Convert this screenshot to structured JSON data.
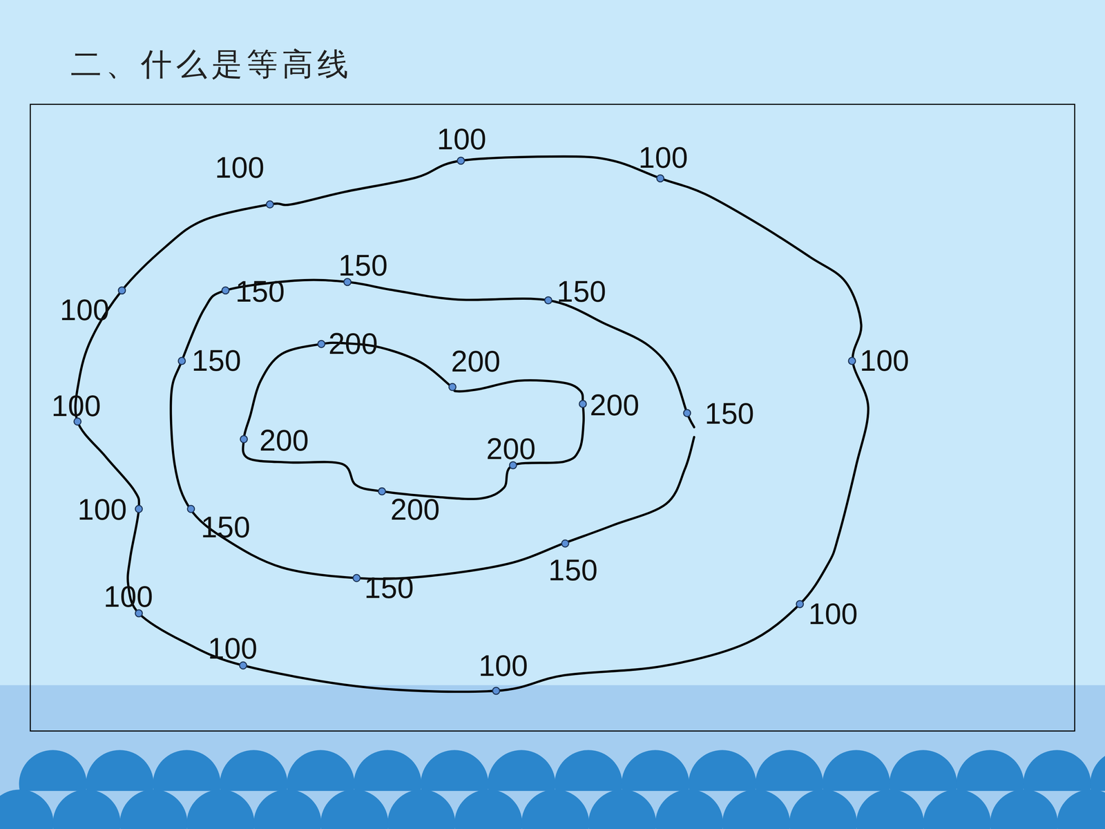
{
  "diagram": {
    "title": "二、什么是等高线",
    "labels": [
      "100",
      "100",
      "100",
      "100",
      "150",
      "150",
      "150",
      "200",
      "150",
      "200",
      "100",
      "200",
      "100",
      "150",
      "200",
      "200",
      "100",
      "150",
      "200",
      "150",
      "150",
      "100",
      "100",
      "100",
      "100"
    ]
  }
}
